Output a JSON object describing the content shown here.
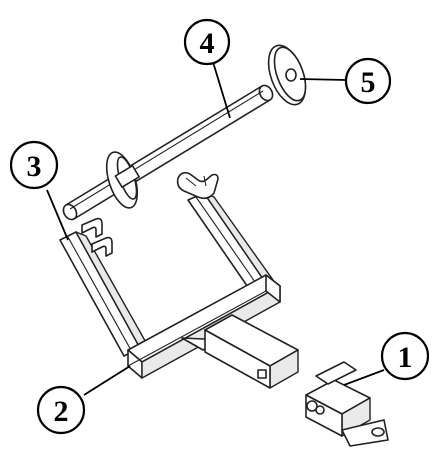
{
  "callouts": [
    {
      "id": "1",
      "label": "1"
    },
    {
      "id": "2",
      "label": "2"
    },
    {
      "id": "3",
      "label": "3"
    },
    {
      "id": "4",
      "label": "4"
    },
    {
      "id": "5",
      "label": "5"
    }
  ],
  "colors": {
    "line": "#222222",
    "background": "#ffffff",
    "shade": "#e9e9e9"
  }
}
